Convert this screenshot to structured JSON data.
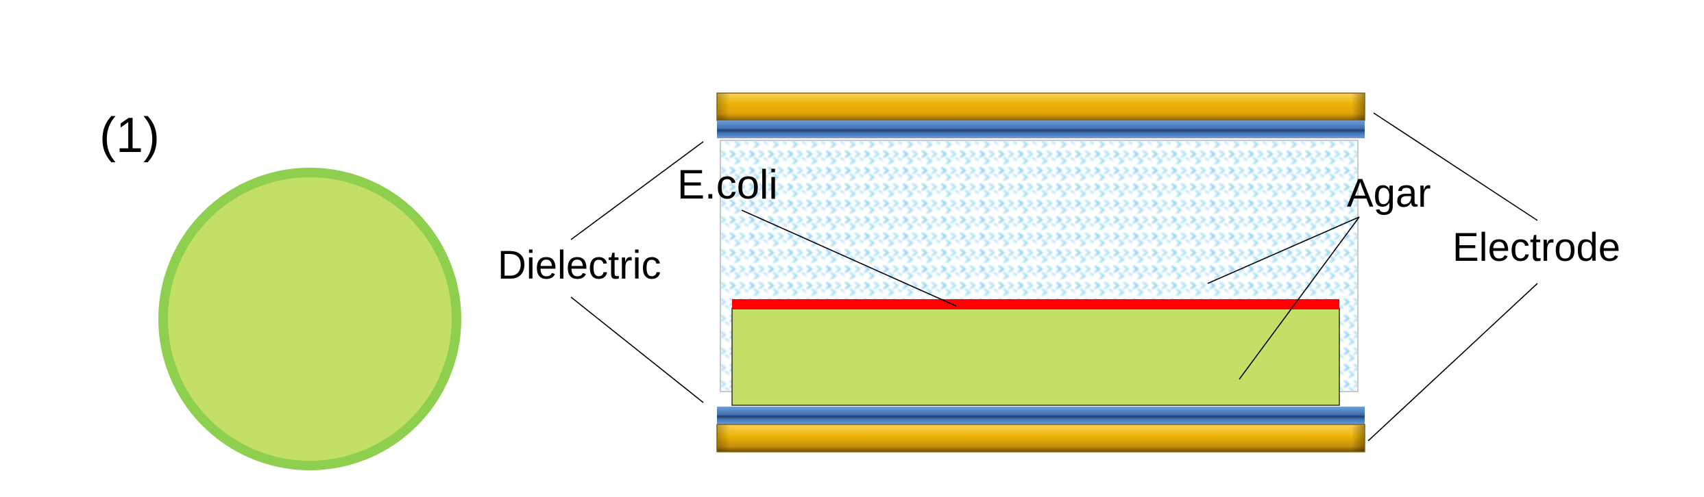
{
  "panel_number": "(1)",
  "labels": {
    "dielectric": "Dielectric",
    "ecoli": "E.coli",
    "agar": "Agar",
    "electrode": "Electrode"
  },
  "colors": {
    "agar_fill": "#c4df66",
    "agar_border": "#8fcf4f",
    "ecoli_layer": "#ff0000",
    "electrode_gold": "#e0a81a",
    "electrode_blue": "#4a7fc1",
    "dielectric_pattern": "#7fd0f0",
    "leader_lines": "#000000"
  },
  "icons": {
    "agar_plate_top_view": "green-circle",
    "dielectric_texture": "blue-chevron-pattern"
  }
}
